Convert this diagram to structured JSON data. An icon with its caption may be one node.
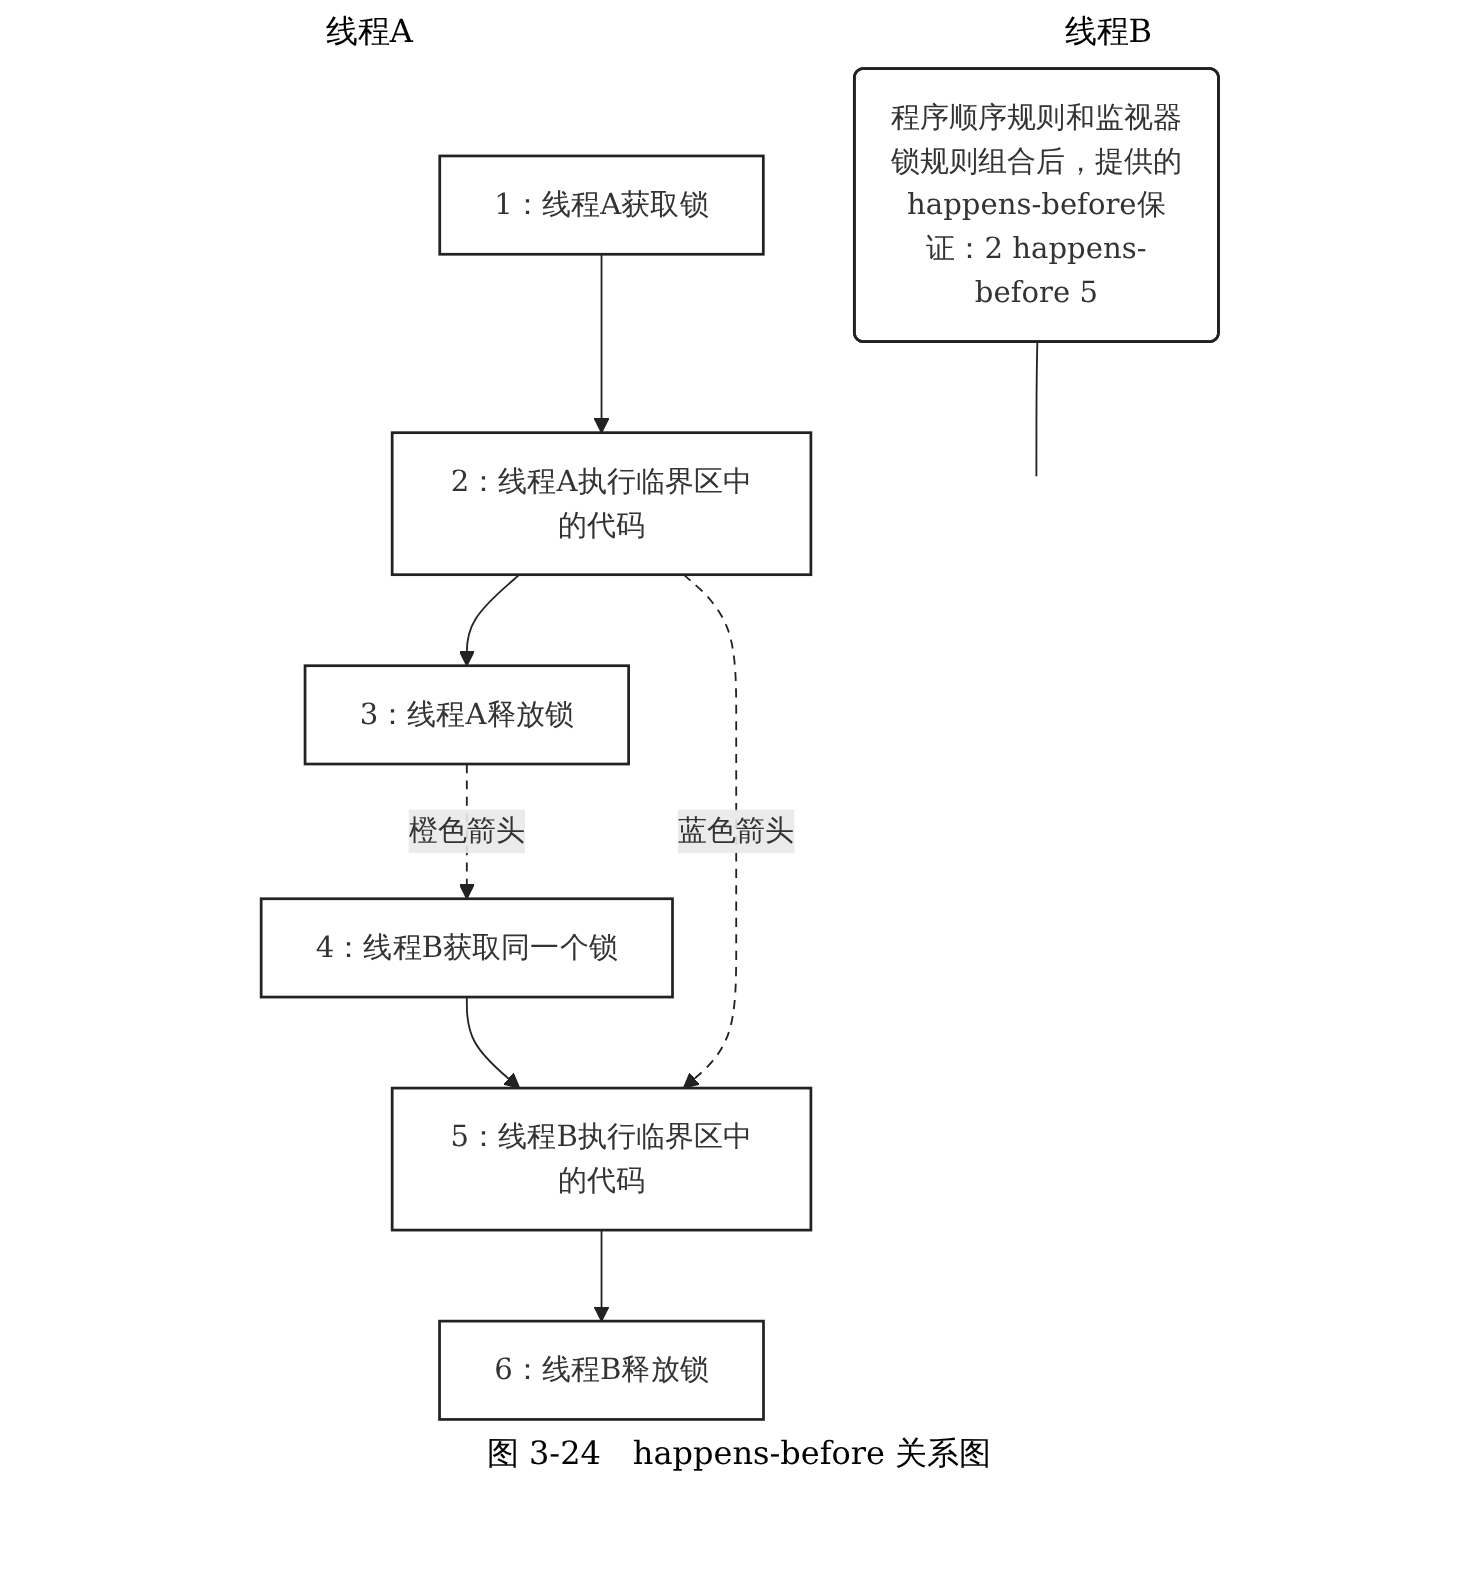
{
  "diagram": {
    "caption": "图 3-24　happens-before 关系图",
    "nodes": [
      {
        "text": [
          "1：线程A获取锁"
        ]
      },
      {
        "text": [
          "2：线程A执行临界区中的代码"
        ]
      },
      {
        "text": [
          "3：线程A释放锁"
        ]
      },
      {
        "text": [
          "4：线程B获取同一个锁"
        ]
      },
      {
        "text": [
          "5：线程B执行临界区中的代码"
        ]
      },
      {
        "text": [
          "6：线程B释放锁"
        ]
      },
      {
        "text": [
          "程序顺序规则和监视器锁规则组合后，提供的happens-before保证：2 happens-before 5"
        ]
      }
    ],
    "edges": [
      {
        "from": 0,
        "to": 1,
        "arrow": "to"
      },
      {
        "from": 1,
        "to": 2,
        "arrow": "to"
      },
      {
        "from": 2,
        "to": 3,
        "arrow": "to",
        "label": "橙色箭头",
        "style": "dashed"
      },
      {
        "from": 3,
        "to": 4,
        "arrow": "to"
      },
      {
        "from": 4,
        "to": 5,
        "arrow": "to"
      },
      {
        "from": 1,
        "to": 4,
        "arrow": "to",
        "label": "蓝色箭头",
        "style": "dashed"
      },
      {
        "from": 6,
        "to": null,
        "arrow": "none"
      }
    ],
    "labels": [
      "线程A",
      "线程B"
    ]
  }
}
